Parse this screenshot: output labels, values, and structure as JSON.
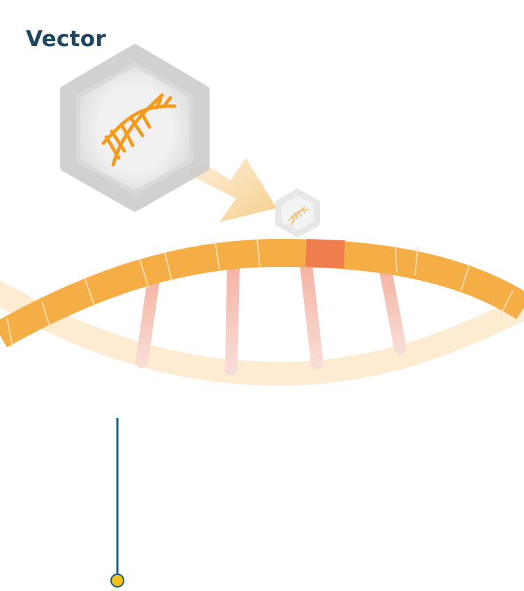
{
  "header": {
    "title": "Vector"
  },
  "icons": {
    "vector_large": "vector-hexagon-icon",
    "vector_small": "vector-hexagon-small-icon",
    "arrow": "insertion-arrow-icon",
    "helix_large": "dna-helix-icon",
    "genome": "genome-dna-strand",
    "insertion_site": "insertion-site-marker",
    "callout_line": "callout-line",
    "callout_dot": "callout-dot"
  },
  "colors": {
    "title": "#1e4663",
    "strand": "#f5ad46",
    "strand_highlight": "#f07d4e",
    "strand_back": "#fdebd2",
    "rung": "#f7c7bd",
    "hexagon_outer": "#cdcdcd",
    "hexagon_inner": "#ececec",
    "arrow": "#f6c77c",
    "callout_line": "#1d5b86",
    "callout_dot": "#f4c21d"
  }
}
